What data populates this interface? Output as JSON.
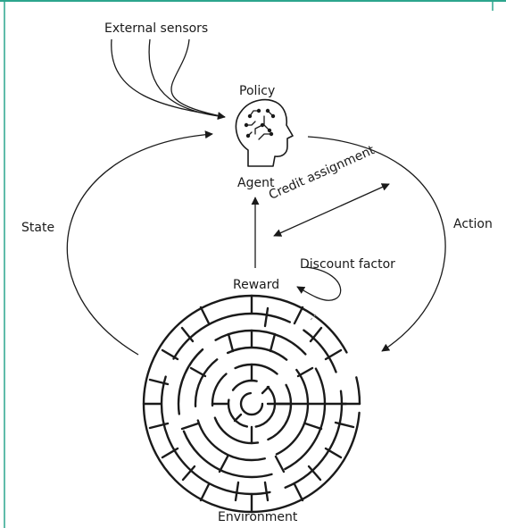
{
  "labels": {
    "external_sensors": "External sensors",
    "policy": "Policy",
    "agent": "Agent",
    "credit_assignment": "Credit assignment",
    "state": "State",
    "action": "Action",
    "discount_factor": "Discount factor",
    "reward": "Reward",
    "environment": "Environment"
  },
  "colors": {
    "frame": "#2ca58d",
    "ink": "#1a1a1a"
  },
  "icons": {
    "agent": "head-with-circuit-icon",
    "environment": "circular-maze-icon"
  }
}
